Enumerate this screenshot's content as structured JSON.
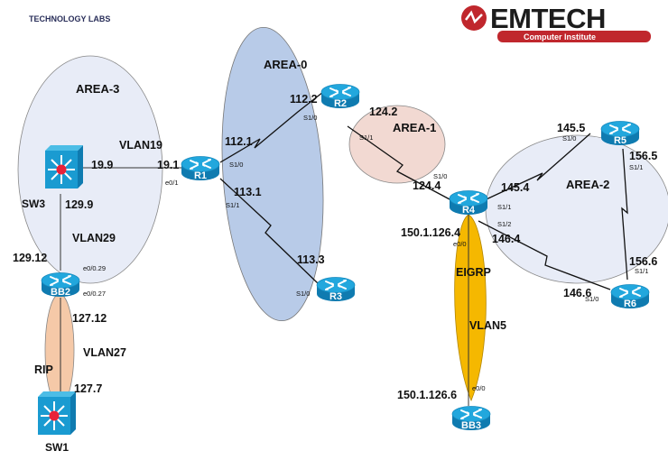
{
  "header": {
    "title": "TECHNOLOGY LABS",
    "logo": {
      "brand": "EMTECH",
      "subtitle": "Computer Institute",
      "brand_color": "#c0272d"
    }
  },
  "colors": {
    "area3": "#e8ecf7",
    "area0": "#b8cbe8",
    "area1": "#f2d9d2",
    "area2": "#e8ecf7",
    "rip": "#f5c9a8",
    "eigrp": "#f5b800",
    "device": "#1a9bd1"
  },
  "zones": {
    "area3": "AREA-3",
    "area0": "AREA-0",
    "area1": "AREA-1",
    "area2": "AREA-2",
    "rip": "RIP",
    "eigrp": "EIGRP"
  },
  "vlans": {
    "vlan19": "VLAN19",
    "vlan29": "VLAN29",
    "vlan27": "VLAN27",
    "vlan5": "VLAN5"
  },
  "devices": {
    "r1": "R1",
    "r2": "R2",
    "r3": "R3",
    "r4": "R4",
    "r5": "R5",
    "r6": "R6",
    "bb2": "BB2",
    "bb3": "BB3",
    "sw1": "SW1",
    "sw3": "SW3"
  },
  "addresses": {
    "sw3_vlan19": "19.9",
    "r1_vlan19": "19.1",
    "sw3_vlan29": "129.9",
    "bb2_vlan29": "129.12",
    "bb2_vlan27": "127.12",
    "sw1_vlan27": "127.7",
    "r1_r2": "112.1",
    "r2_r1": "112.2",
    "r1_r3": "113.1",
    "r3_r1": "113.3",
    "r2_r4": "124.2",
    "r4_r2": "124.4",
    "r4_r5": "145.4",
    "r5_r4": "145.5",
    "r4_r6": "146.4",
    "r6_r4": "146.6",
    "r5_r6": "156.5",
    "r6_r5": "156.6",
    "r4_bb3": "150.1.126.4",
    "bb3_r4": "150.1.126.6"
  },
  "interfaces": {
    "r1_e01": "e0/1",
    "r1_s10": "S1/0",
    "r1_s11": "S1/1",
    "r2_s10": "S1/0",
    "r2_s11": "S1/1",
    "r3_s10": "S1/0",
    "r4_s10": "S1/0",
    "r4_s11": "S1/1",
    "r4_s12": "S1/2",
    "r4_e00": "e0/0",
    "r5_s10": "S1/0",
    "r5_s11": "S1/1",
    "r6_s10": "S1/0",
    "r6_s11": "S1/1",
    "bb2_e029": "e0/0.29",
    "bb2_e027": "e0/0.27",
    "bb3_e00": "e0/0"
  }
}
